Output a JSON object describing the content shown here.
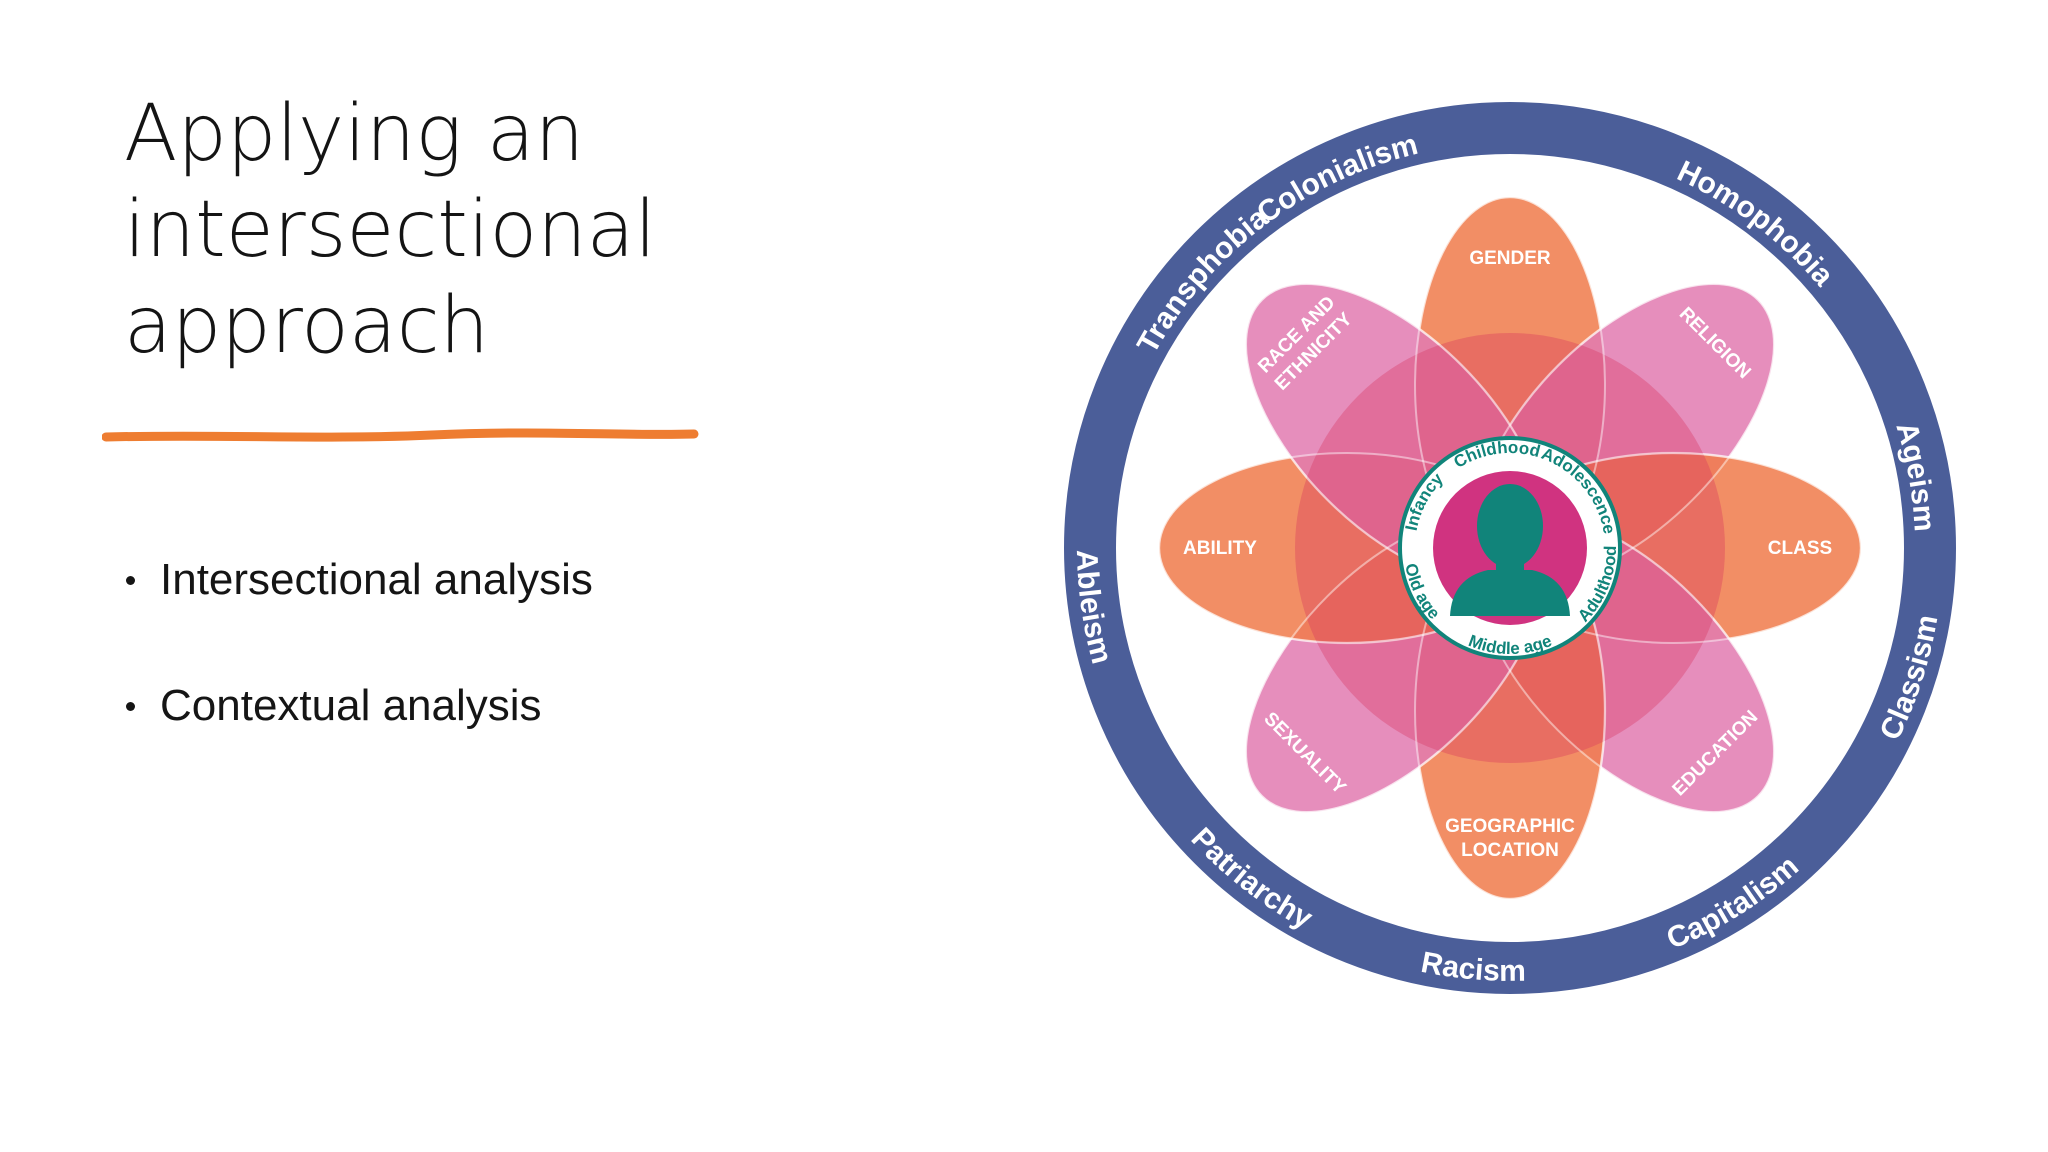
{
  "slide": {
    "title_lines": [
      "Applying an",
      "intersectional",
      "approach"
    ],
    "bullets": [
      "Intersectional analysis",
      "Contextual analysis"
    ],
    "accent_color": "#ee7d31"
  },
  "diagram": {
    "outer_ring_labels": [
      "Colonialism",
      "Homophobia",
      "Ageism",
      "Classism",
      "Capitalism",
      "Racism",
      "Patriarchy",
      "Ableism",
      "Transphobia"
    ],
    "petals": [
      {
        "lines": [
          "GENDER"
        ],
        "color": "#f07b4c"
      },
      {
        "lines": [
          "RELIGION"
        ],
        "color": "#e27bb1"
      },
      {
        "lines": [
          "CLASS"
        ],
        "color": "#f07b4c"
      },
      {
        "lines": [
          "EDUCATION"
        ],
        "color": "#e27bb1"
      },
      {
        "lines": [
          "GEOGRAPHIC",
          "LOCATION"
        ],
        "color": "#f07b4c"
      },
      {
        "lines": [
          "SEXUALITY"
        ],
        "color": "#e27bb1"
      },
      {
        "lines": [
          "ABILITY"
        ],
        "color": "#f07b4c"
      },
      {
        "lines": [
          "RACE AND",
          "ETHNICITY"
        ],
        "color": "#e27bb1"
      }
    ],
    "life_stages": [
      "Infancy",
      "Childhood",
      "Adolescence",
      "Adulthood",
      "Middle age",
      "Old age"
    ],
    "colors": {
      "ring": "#4b5e99",
      "center": "#d03380",
      "person": "#11847a",
      "stage_text": "#11847a"
    },
    "icon": "person-silhouette-icon"
  }
}
